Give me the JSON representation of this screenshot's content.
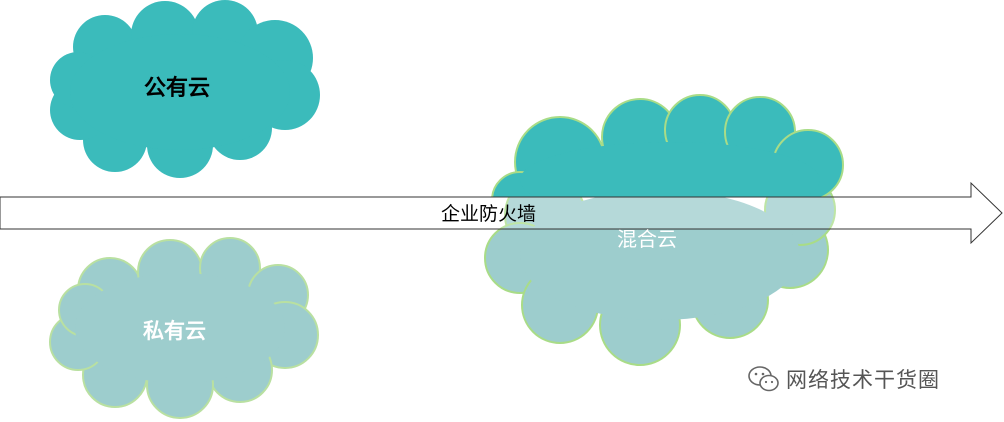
{
  "clouds": {
    "public": {
      "label": "公有云",
      "fill": "#3bbbbb"
    },
    "private": {
      "label": "私有云",
      "fill": "#9dcdcd"
    },
    "hybrid": {
      "label": "混合云",
      "fill_top": "#3bbbbb",
      "fill_bottom": "#9dcdcd"
    }
  },
  "firewall": {
    "label": "企业防火墙"
  },
  "watermark": {
    "text": "网络技术干货圈",
    "icon": "wechat-icon"
  },
  "colors": {
    "outline": "#a9dc87",
    "arrow_stroke": "#333333"
  }
}
